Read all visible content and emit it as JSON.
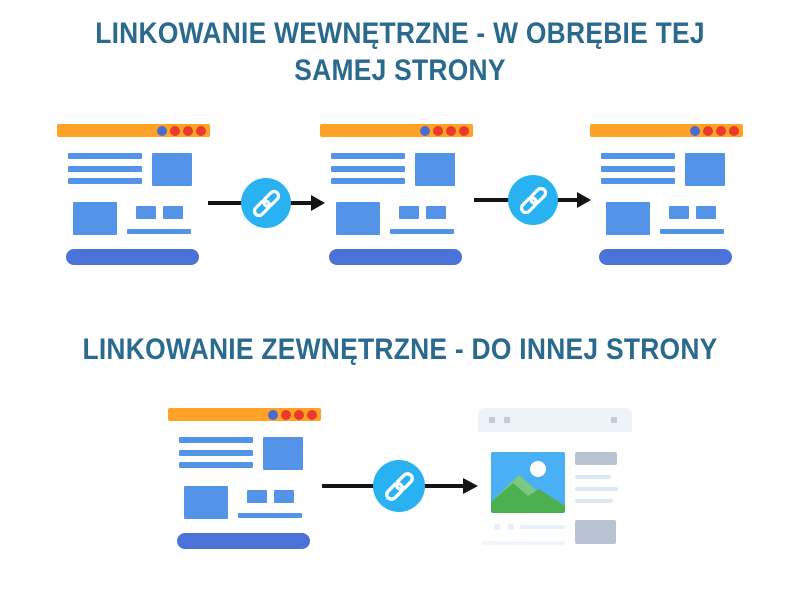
{
  "sections": {
    "internal": {
      "title": "LINKOWANIE WEWNĘTRZNE - W OBRĘBIE TEJ SAMEJ STRONY",
      "title_lines": [
        "LINKOWANIE WEWNĘTRZNE - W OBRĘBIE TEJ",
        "SAMEJ STRONY"
      ]
    },
    "external": {
      "title": "LINKOWANIE ZEWNĘTRZNE - DO INNEJ STRONY",
      "title_lines": [
        "LINKOWANIE ZEWNĘTRZNE - DO INNEJ STRONY"
      ]
    }
  },
  "diagram": {
    "internal": {
      "nodes": [
        "webpage",
        "webpage",
        "webpage"
      ],
      "connections": [
        {
          "from": 0,
          "to": 1,
          "via": "chain-link-icon"
        },
        {
          "from": 1,
          "to": 2,
          "via": "chain-link-icon"
        }
      ]
    },
    "external": {
      "nodes": [
        "webpage-source",
        "webpage-other-site"
      ],
      "connections": [
        {
          "from": 0,
          "to": 1,
          "via": "chain-link-icon"
        }
      ]
    }
  },
  "icons": {
    "link": "chain-link-icon",
    "arrow": "arrow-right",
    "window_dots": [
      "blue",
      "red",
      "red",
      "red"
    ],
    "photo_placeholder": "mountains-and-sun"
  },
  "colors": {
    "page_bg": "#ffffff",
    "title": "#2a6a8e",
    "browser_bar": "#ffa226",
    "dot_blue": "#4a6bd1",
    "dot_red": "#e93a2c",
    "element_blue": "#5494e8",
    "pill_blue": "#4b72d9",
    "link_circle": "#29b2f2",
    "arrow": "#141414",
    "site_bar": "#edf3f9",
    "site_gray": "#b9c4d2",
    "site_line": "#dbe9f5",
    "site_faint": "#e9f1f8",
    "img_bg": "#49b0f5",
    "img_mountain_back": "#7ac97e",
    "img_mountain_front": "#4caf50",
    "img_sun": "#ffffff"
  }
}
